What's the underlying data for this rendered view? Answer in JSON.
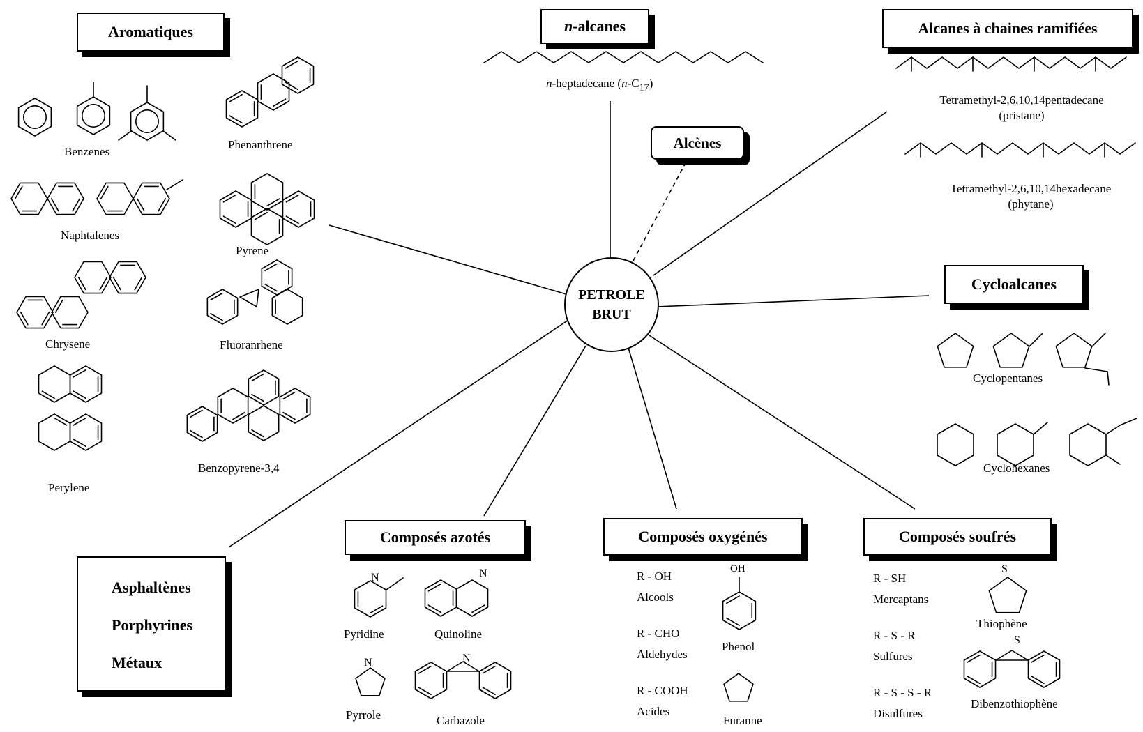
{
  "center": {
    "line1": "PETROLE",
    "line2": "BRUT"
  },
  "categories": {
    "aromatiques": "Aromatiques",
    "n_alcanes_prefix": "n",
    "n_alcanes_rest": "-alcanes",
    "alcanes_ramifies": "Alcanes à chaines ramifiées",
    "alcenes": "Alcènes",
    "cycloalcanes": "Cycloalcanes",
    "azotes": "Composés azotés",
    "oxygenes": "Composés oxygénés",
    "soufres": "Composés soufrés"
  },
  "asphaltenes_box": [
    "Asphaltènes",
    "Porphyrines",
    "Métaux"
  ],
  "aromatic_labels": {
    "benzenes": "Benzenes",
    "naphtalenes": "Naphtalenes",
    "chrysene": "Chrysene",
    "perylene": "Perylene",
    "phenanthrene": "Phenanthrene",
    "pyrene": "Pyrene",
    "fluoranthene": "Fluoranrhene",
    "benzopyrene": "Benzopyrene-3,4"
  },
  "n_alcane_label": {
    "prefix": "n",
    "mid": "-heptadecane (",
    "italic_n": "n",
    "tail": "-C",
    "sub": "17",
    "close": ")"
  },
  "branched_labels": {
    "pristane_1": "Tetramethyl-2,6,10,14pentadecane",
    "pristane_2": "(pristane)",
    "phytane_1": "Tetramethyl-2,6,10,14hexadecane",
    "phytane_2": "(phytane)"
  },
  "cyclo_labels": {
    "cyclopentanes": "Cyclopentanes",
    "cyclohexanes": "Cyclohexanes"
  },
  "nitrogen_labels": {
    "pyridine": "Pyridine",
    "quinoline": "Quinoline",
    "pyrrole": "Pyrrole",
    "carbazole": "Carbazole",
    "atom": "N"
  },
  "oxygen_groups": {
    "r_oh": "R - OH",
    "alcools": "Alcools",
    "r_cho": "R - CHO",
    "aldehydes": "Aldehydes",
    "r_cooh": "R - COOH",
    "acides": "Acides",
    "phenol": "Phenol",
    "furanne": "Furanne",
    "oh": "OH"
  },
  "sulfur_groups": {
    "r_sh": "R - SH",
    "mercaptans": "Mercaptans",
    "r_s_r": "R - S - R",
    "sulfures": "Sulfures",
    "r_s_s_r": "R - S - S - R",
    "disulfures": "Disulfures",
    "thiophene": "Thiophène",
    "dibenzothiophene": "Dibenzothiophène",
    "atom": "S"
  }
}
